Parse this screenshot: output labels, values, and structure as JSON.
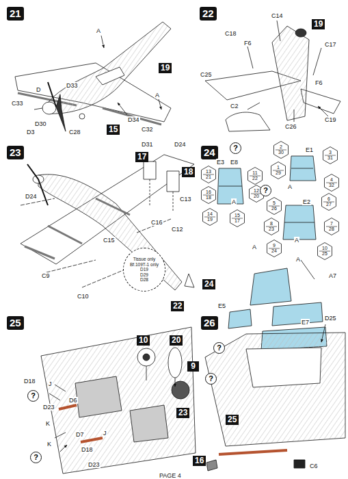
{
  "diagram": {
    "nodes": [
      {
        "text": [
          "21"
        ]
      },
      {
        "text": [
          "19"
        ]
      },
      {
        "text": [
          "15"
        ]
      },
      {
        "text": [
          "22"
        ]
      },
      {
        "text": [
          "19"
        ]
      },
      {
        "text": [
          "23"
        ]
      },
      {
        "text": [
          "17"
        ]
      },
      {
        "text": [
          "18"
        ]
      },
      {
        "text": [
          "22"
        ]
      },
      {
        "text": [
          "Tissue only Bf.109T-1 only",
          "D19",
          "D29",
          "D28"
        ]
      },
      {
        "text": [
          "24"
        ]
      },
      {
        "text": [
          "?"
        ]
      },
      {
        "text": [
          "2",
          "30"
        ]
      },
      {
        "text": [
          "3",
          "31"
        ]
      },
      {
        "text": [
          "1",
          "29"
        ]
      },
      {
        "text": [
          "4",
          "32"
        ]
      },
      {
        "text": [
          "13",
          "21"
        ]
      },
      {
        "text": [
          "11",
          "22"
        ]
      },
      {
        "text": [
          "16",
          "18"
        ]
      },
      {
        "text": [
          "12",
          "20"
        ]
      },
      {
        "text": [
          "14",
          "19"
        ]
      },
      {
        "text": [
          "15",
          "17"
        ]
      },
      {
        "text": [
          "?"
        ]
      },
      {
        "text": [
          "5",
          "26"
        ]
      },
      {
        "text": [
          "6",
          "27"
        ]
      },
      {
        "text": [
          "8",
          "23"
        ]
      },
      {
        "text": [
          "7",
          "28"
        ]
      },
      {
        "text": [
          "9",
          "24"
        ]
      },
      {
        "text": [
          "10",
          "25"
        ]
      },
      {
        "text": [
          "25"
        ]
      },
      {
        "text": [
          "10"
        ]
      },
      {
        "text": [
          "20"
        ]
      },
      {
        "text": [
          "9"
        ]
      },
      {
        "text": [
          "23"
        ]
      },
      {
        "text": [
          "?"
        ]
      },
      {
        "text": [
          "?"
        ]
      },
      {
        "text": [
          "24"
        ]
      },
      {
        "text": [
          "26"
        ]
      },
      {
        "text": [
          "25"
        ]
      },
      {
        "text": [
          "?"
        ]
      },
      {
        "text": [
          "?"
        ]
      },
      {
        "text": [
          "16"
        ]
      }
    ],
    "labels": [
      "A",
      "C33",
      "D",
      "D33",
      "D30",
      "D3",
      "C28",
      "D34",
      "C32",
      "A",
      "C14",
      "C18",
      "F6",
      "C17",
      "F6",
      "C25",
      "C2",
      "C26",
      "C19",
      "D31",
      "D24",
      "C13",
      "D24",
      "C16",
      "C12",
      "C15",
      "C9",
      "C10",
      "E1",
      "E3",
      "E8",
      "E2",
      "A",
      "A",
      "A",
      "A",
      "A",
      "A7",
      "D25",
      "E5",
      "E7",
      "C6",
      "D18",
      "J",
      "D23",
      "D6",
      "K",
      "D7",
      "J",
      "K",
      "D18",
      "D23",
      "PAGE 4"
    ]
  }
}
